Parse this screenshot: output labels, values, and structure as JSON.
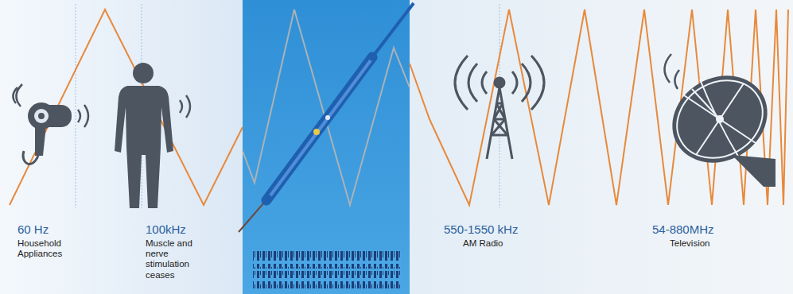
{
  "diagram": {
    "labels": [
      "60 Hz",
      "Household Appliances",
      "100kHz",
      "Muscle and nerve stimulation ceases",
      "550-1550 kHz",
      "AM Radio",
      "54-880MHz",
      "Television"
    ]
  }
}
